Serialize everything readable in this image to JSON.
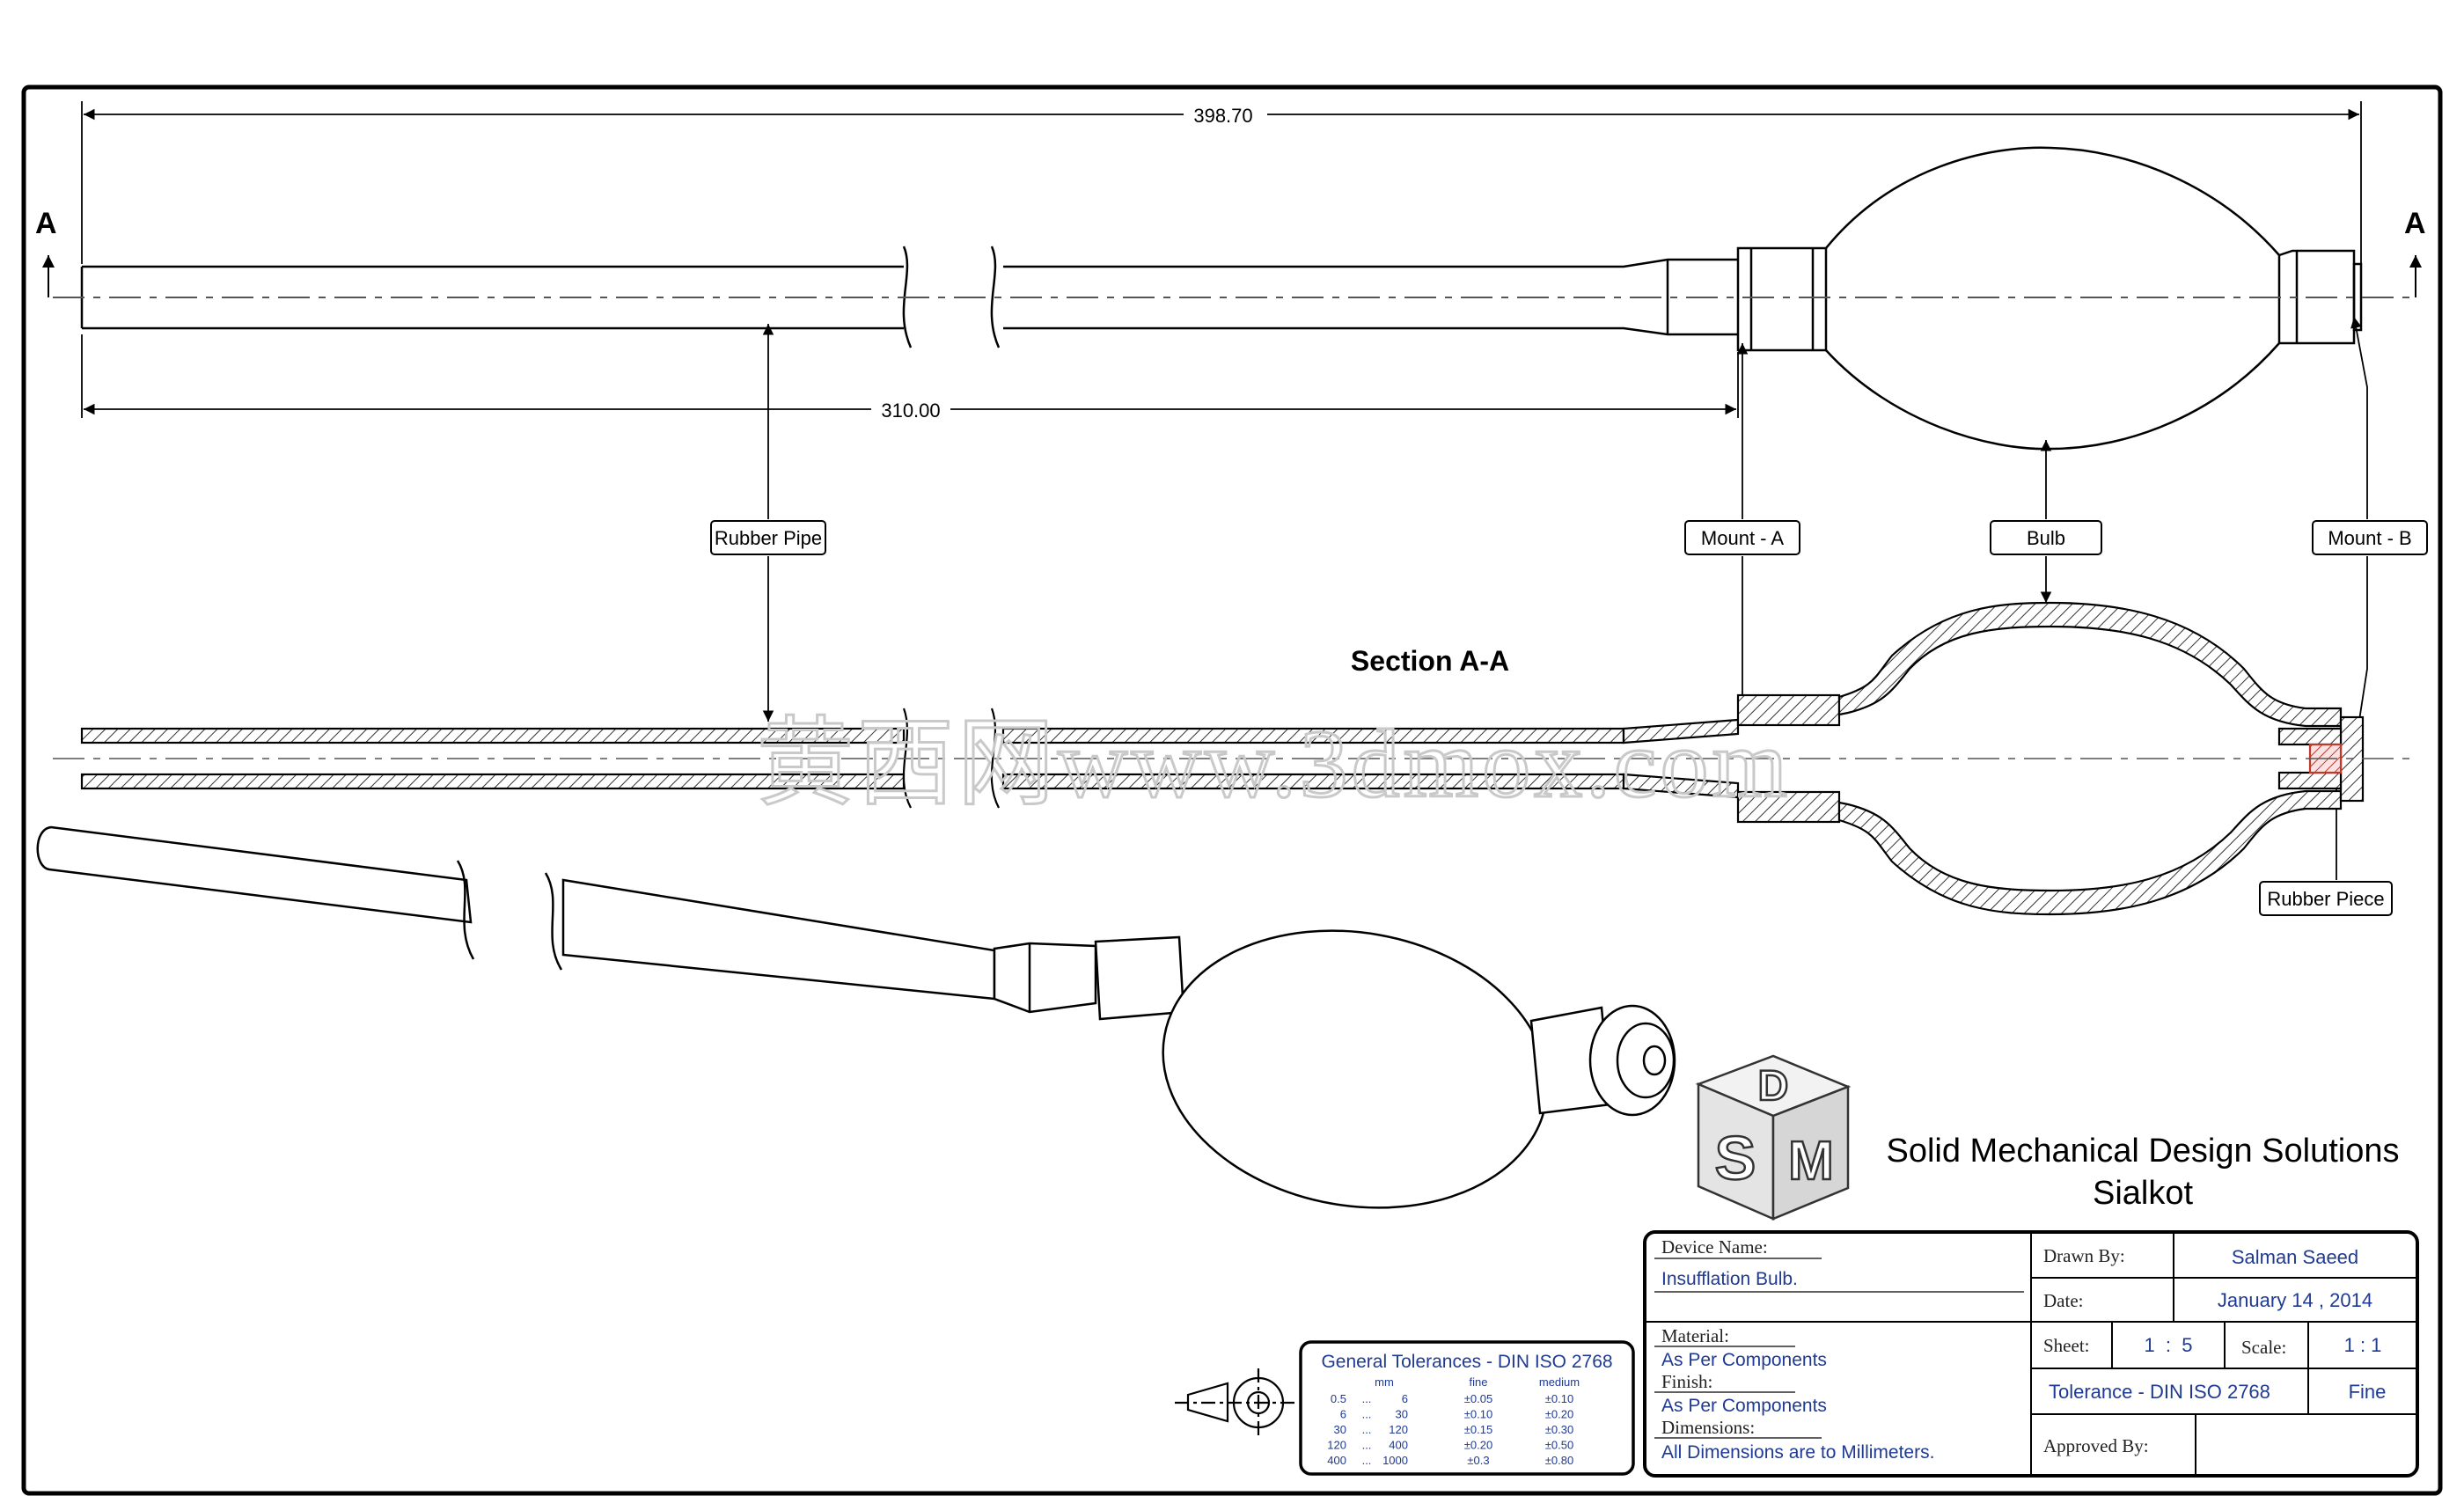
{
  "dimensions": {
    "overall": "398.70",
    "pipe": "310.00"
  },
  "section_markers": {
    "left": "A",
    "right": "A"
  },
  "section_title": "Section A-A",
  "callouts": {
    "rubber_pipe": "Rubber Pipe",
    "mount_a": "Mount - A",
    "bulb": "Bulb",
    "mount_b": "Mount - B",
    "rubber_piece": "Rubber Piece"
  },
  "watermark": "黄西网www.3dmox.com",
  "logo_letters": [
    "D",
    "S",
    "M"
  ],
  "company": {
    "line1": "Solid Mechanical Design Solutions",
    "line2": "Sialkot"
  },
  "tolerances": {
    "title": "General Tolerances - DIN ISO 2768",
    "headers": [
      "mm",
      "fine",
      "medium"
    ],
    "rows": [
      [
        "0.5",
        "...",
        "6",
        "±0.05",
        "±0.10"
      ],
      [
        "6",
        "...",
        "30",
        "±0.10",
        "±0.20"
      ],
      [
        "30",
        "...",
        "120",
        "±0.15",
        "±0.30"
      ],
      [
        "120",
        "...",
        "400",
        "±0.20",
        "±0.50"
      ],
      [
        "400",
        "...",
        "1000",
        "±0.3",
        "±0.80"
      ]
    ]
  },
  "title_block": {
    "device_name_label": "Device Name:",
    "device_name": "Insufflation Bulb.",
    "material_label": "Material:",
    "material": "As Per Components",
    "finish_label": "Finish:",
    "finish": "As Per Components",
    "dimensions_label": "Dimensions:",
    "dimensions": "All Dimensions are to Millimeters.",
    "drawn_by_label": "Drawn By:",
    "drawn_by": "Salman Saeed",
    "date_label": "Date:",
    "date": "January 14 , 2014",
    "sheet_label": "Sheet:",
    "sheet": "1  :  5",
    "scale_label": "Scale:",
    "scale": "1 : 1",
    "tolerance_label": "Tolerance - DIN ISO 2768",
    "tolerance_value": "Fine",
    "approved_by_label": "Approved By:"
  }
}
